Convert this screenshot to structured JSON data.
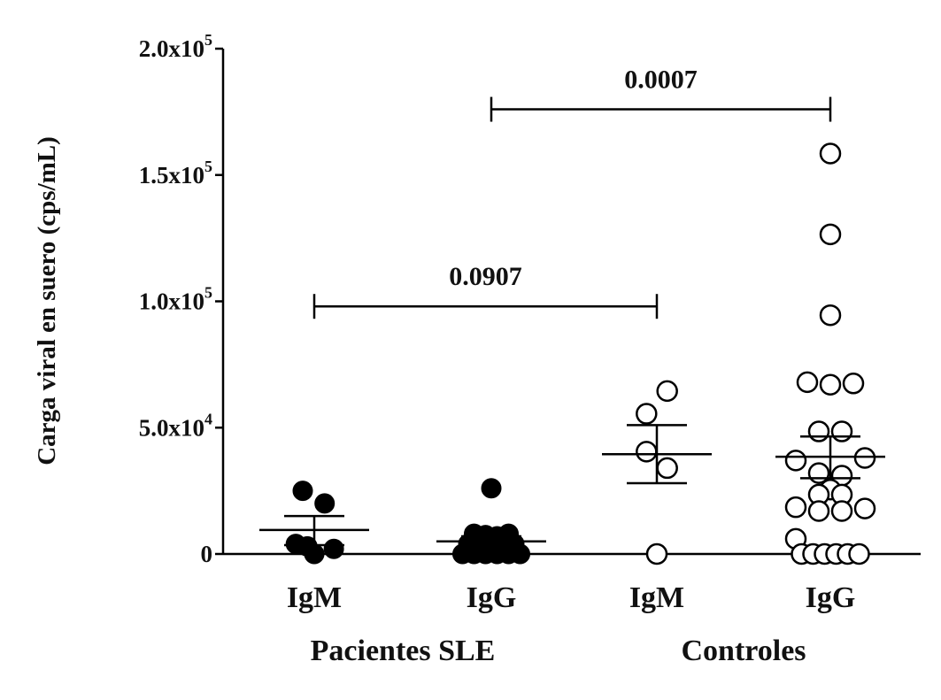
{
  "chart_data": {
    "type": "scatter",
    "title": "",
    "ylabel": "Carga viral en suero (cps/mL)",
    "ylim": [
      0,
      200000
    ],
    "yticks": [
      {
        "value": 0,
        "base": "0",
        "exp": ""
      },
      {
        "value": 50000,
        "base": "5.0x10",
        "exp": "4"
      },
      {
        "value": 100000,
        "base": "1.0x10",
        "exp": "5"
      },
      {
        "value": 150000,
        "base": "1.5x10",
        "exp": "5"
      },
      {
        "value": 200000,
        "base": "2.0x10",
        "exp": "5"
      }
    ],
    "groups": [
      {
        "label": "Pacientes SLE",
        "categories": [
          0,
          1
        ]
      },
      {
        "label": "Controles",
        "categories": [
          2,
          3
        ]
      }
    ],
    "categories": [
      "IgM",
      "IgG",
      "IgM",
      "IgG"
    ],
    "series": [
      {
        "marker": "filled",
        "mean": 9500,
        "sem_low": 3500,
        "sem_high": 15000,
        "points": [
          {
            "dx": -0.5,
            "y": 25000
          },
          {
            "dx": 0.45,
            "y": 20000
          },
          {
            "dx": -0.8,
            "y": 4000
          },
          {
            "dx": -0.3,
            "y": 3000
          },
          {
            "dx": 0.85,
            "y": 2000
          },
          {
            "dx": 0.0,
            "y": 0
          }
        ]
      },
      {
        "marker": "filled",
        "mean": 5000,
        "sem_low": 3000,
        "sem_high": 7000,
        "points": [
          {
            "dx": 0.0,
            "y": 26000
          },
          {
            "dx": -0.75,
            "y": 8000
          },
          {
            "dx": -0.25,
            "y": 7500
          },
          {
            "dx": 0.25,
            "y": 7000
          },
          {
            "dx": 0.75,
            "y": 8000
          },
          {
            "dx": -1.0,
            "y": 4000
          },
          {
            "dx": -0.5,
            "y": 3500
          },
          {
            "dx": 0.0,
            "y": 3000
          },
          {
            "dx": 0.5,
            "y": 3500
          },
          {
            "dx": 1.0,
            "y": 4000
          },
          {
            "dx": -1.25,
            "y": 0
          },
          {
            "dx": -0.75,
            "y": 0
          },
          {
            "dx": -0.25,
            "y": 0
          },
          {
            "dx": 0.25,
            "y": 0
          },
          {
            "dx": 0.75,
            "y": 0
          },
          {
            "dx": 1.25,
            "y": 0
          }
        ]
      },
      {
        "marker": "open",
        "mean": 39500,
        "sem_low": 28000,
        "sem_high": 51000,
        "points": [
          {
            "dx": 0.45,
            "y": 64500
          },
          {
            "dx": -0.45,
            "y": 55500
          },
          {
            "dx": -0.45,
            "y": 40500
          },
          {
            "dx": 0.45,
            "y": 34000
          },
          {
            "dx": 0.0,
            "y": 0
          }
        ]
      },
      {
        "marker": "open",
        "mean": 38500,
        "sem_low": 30000,
        "sem_high": 46500,
        "points": [
          {
            "dx": 0.0,
            "y": 158500
          },
          {
            "dx": 0.0,
            "y": 126500
          },
          {
            "dx": 0.0,
            "y": 94500
          },
          {
            "dx": -1.0,
            "y": 68000
          },
          {
            "dx": 0.0,
            "y": 67000
          },
          {
            "dx": 1.0,
            "y": 67500
          },
          {
            "dx": -0.5,
            "y": 48500
          },
          {
            "dx": 0.5,
            "y": 48500
          },
          {
            "dx": -1.5,
            "y": 37000
          },
          {
            "dx": 1.5,
            "y": 38000
          },
          {
            "dx": -0.5,
            "y": 32000
          },
          {
            "dx": 0.5,
            "y": 31000
          },
          {
            "dx": 0.0,
            "y": 25500
          },
          {
            "dx": -0.5,
            "y": 23500
          },
          {
            "dx": 0.5,
            "y": 23500
          },
          {
            "dx": -1.5,
            "y": 18500
          },
          {
            "dx": -0.5,
            "y": 17000
          },
          {
            "dx": 0.5,
            "y": 17000
          },
          {
            "dx": 1.5,
            "y": 18000
          },
          {
            "dx": -1.5,
            "y": 6000
          },
          {
            "dx": -1.25,
            "y": 0
          },
          {
            "dx": -0.75,
            "y": 0
          },
          {
            "dx": -0.25,
            "y": 0
          },
          {
            "dx": 0.25,
            "y": 0
          },
          {
            "dx": 0.75,
            "y": 0
          },
          {
            "dx": 1.25,
            "y": 0
          }
        ]
      }
    ],
    "comparisons": [
      {
        "from": 0,
        "to": 2,
        "y": 98000,
        "label": "0.0907"
      },
      {
        "from": 1,
        "to": 3,
        "y": 176000,
        "label": "0.0007"
      }
    ]
  }
}
